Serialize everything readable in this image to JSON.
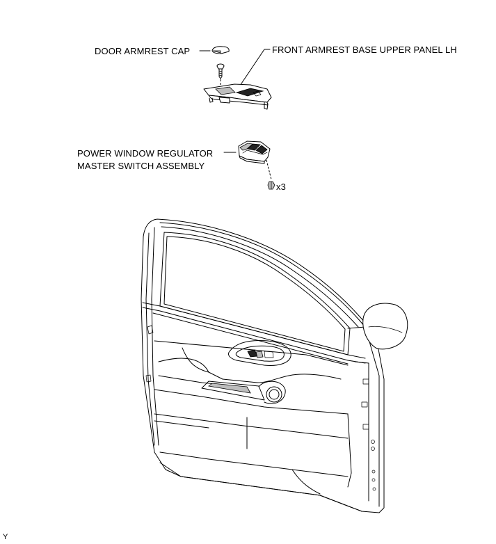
{
  "labels": {
    "door_armrest_cap": "DOOR ARMREST CAP",
    "front_armrest_base_upper_panel": "FRONT ARMREST BASE UPPER PANEL LH",
    "power_window_switch_line1": "POWER WINDOW REGULATOR",
    "power_window_switch_line2": "MASTER SWITCH ASSEMBLY",
    "screw_quantity": "x3",
    "corner_mark": "Y"
  }
}
